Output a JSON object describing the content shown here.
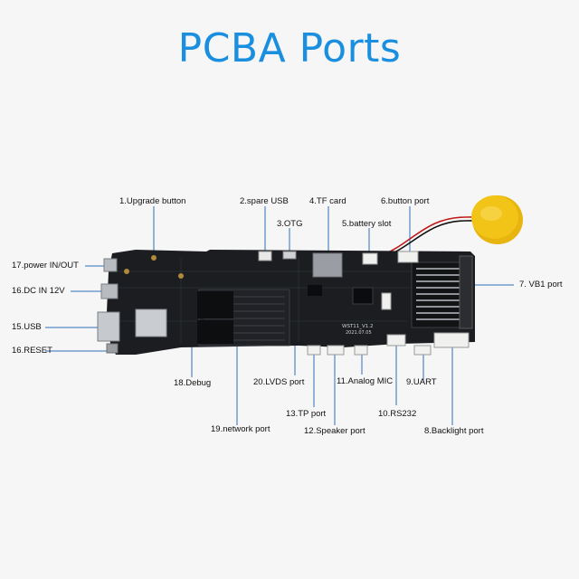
{
  "title": "PCBA Ports",
  "labels": {
    "p1": "1.Upgrade button",
    "p2": "2.spare USB",
    "p3": "3.OTG",
    "p4": "4.TF card",
    "p5": "5.battery slot",
    "p6": "6.button port",
    "p7": "7. VB1 port",
    "p8": "8.Backlight port",
    "p9": "9.UART",
    "p10": "10.RS232",
    "p11": "11.Analog MIC",
    "p12": "12.Speaker port",
    "p13": "13.TP port",
    "p15": "15.USB",
    "p16": "16.RESET",
    "p16b": "16.DC IN 12V",
    "p17": "17.power IN/OUT",
    "p18": "18.Debug",
    "p19": "19.network port",
    "p20": "20.LVDS port"
  },
  "board": {
    "model": "WST11_V1.2",
    "date": "2021.07.05"
  },
  "colors": {
    "title": "#1a8fe0",
    "leader": "#2f6fb8",
    "board": "#1b1d20",
    "battery": "#f2c417"
  }
}
